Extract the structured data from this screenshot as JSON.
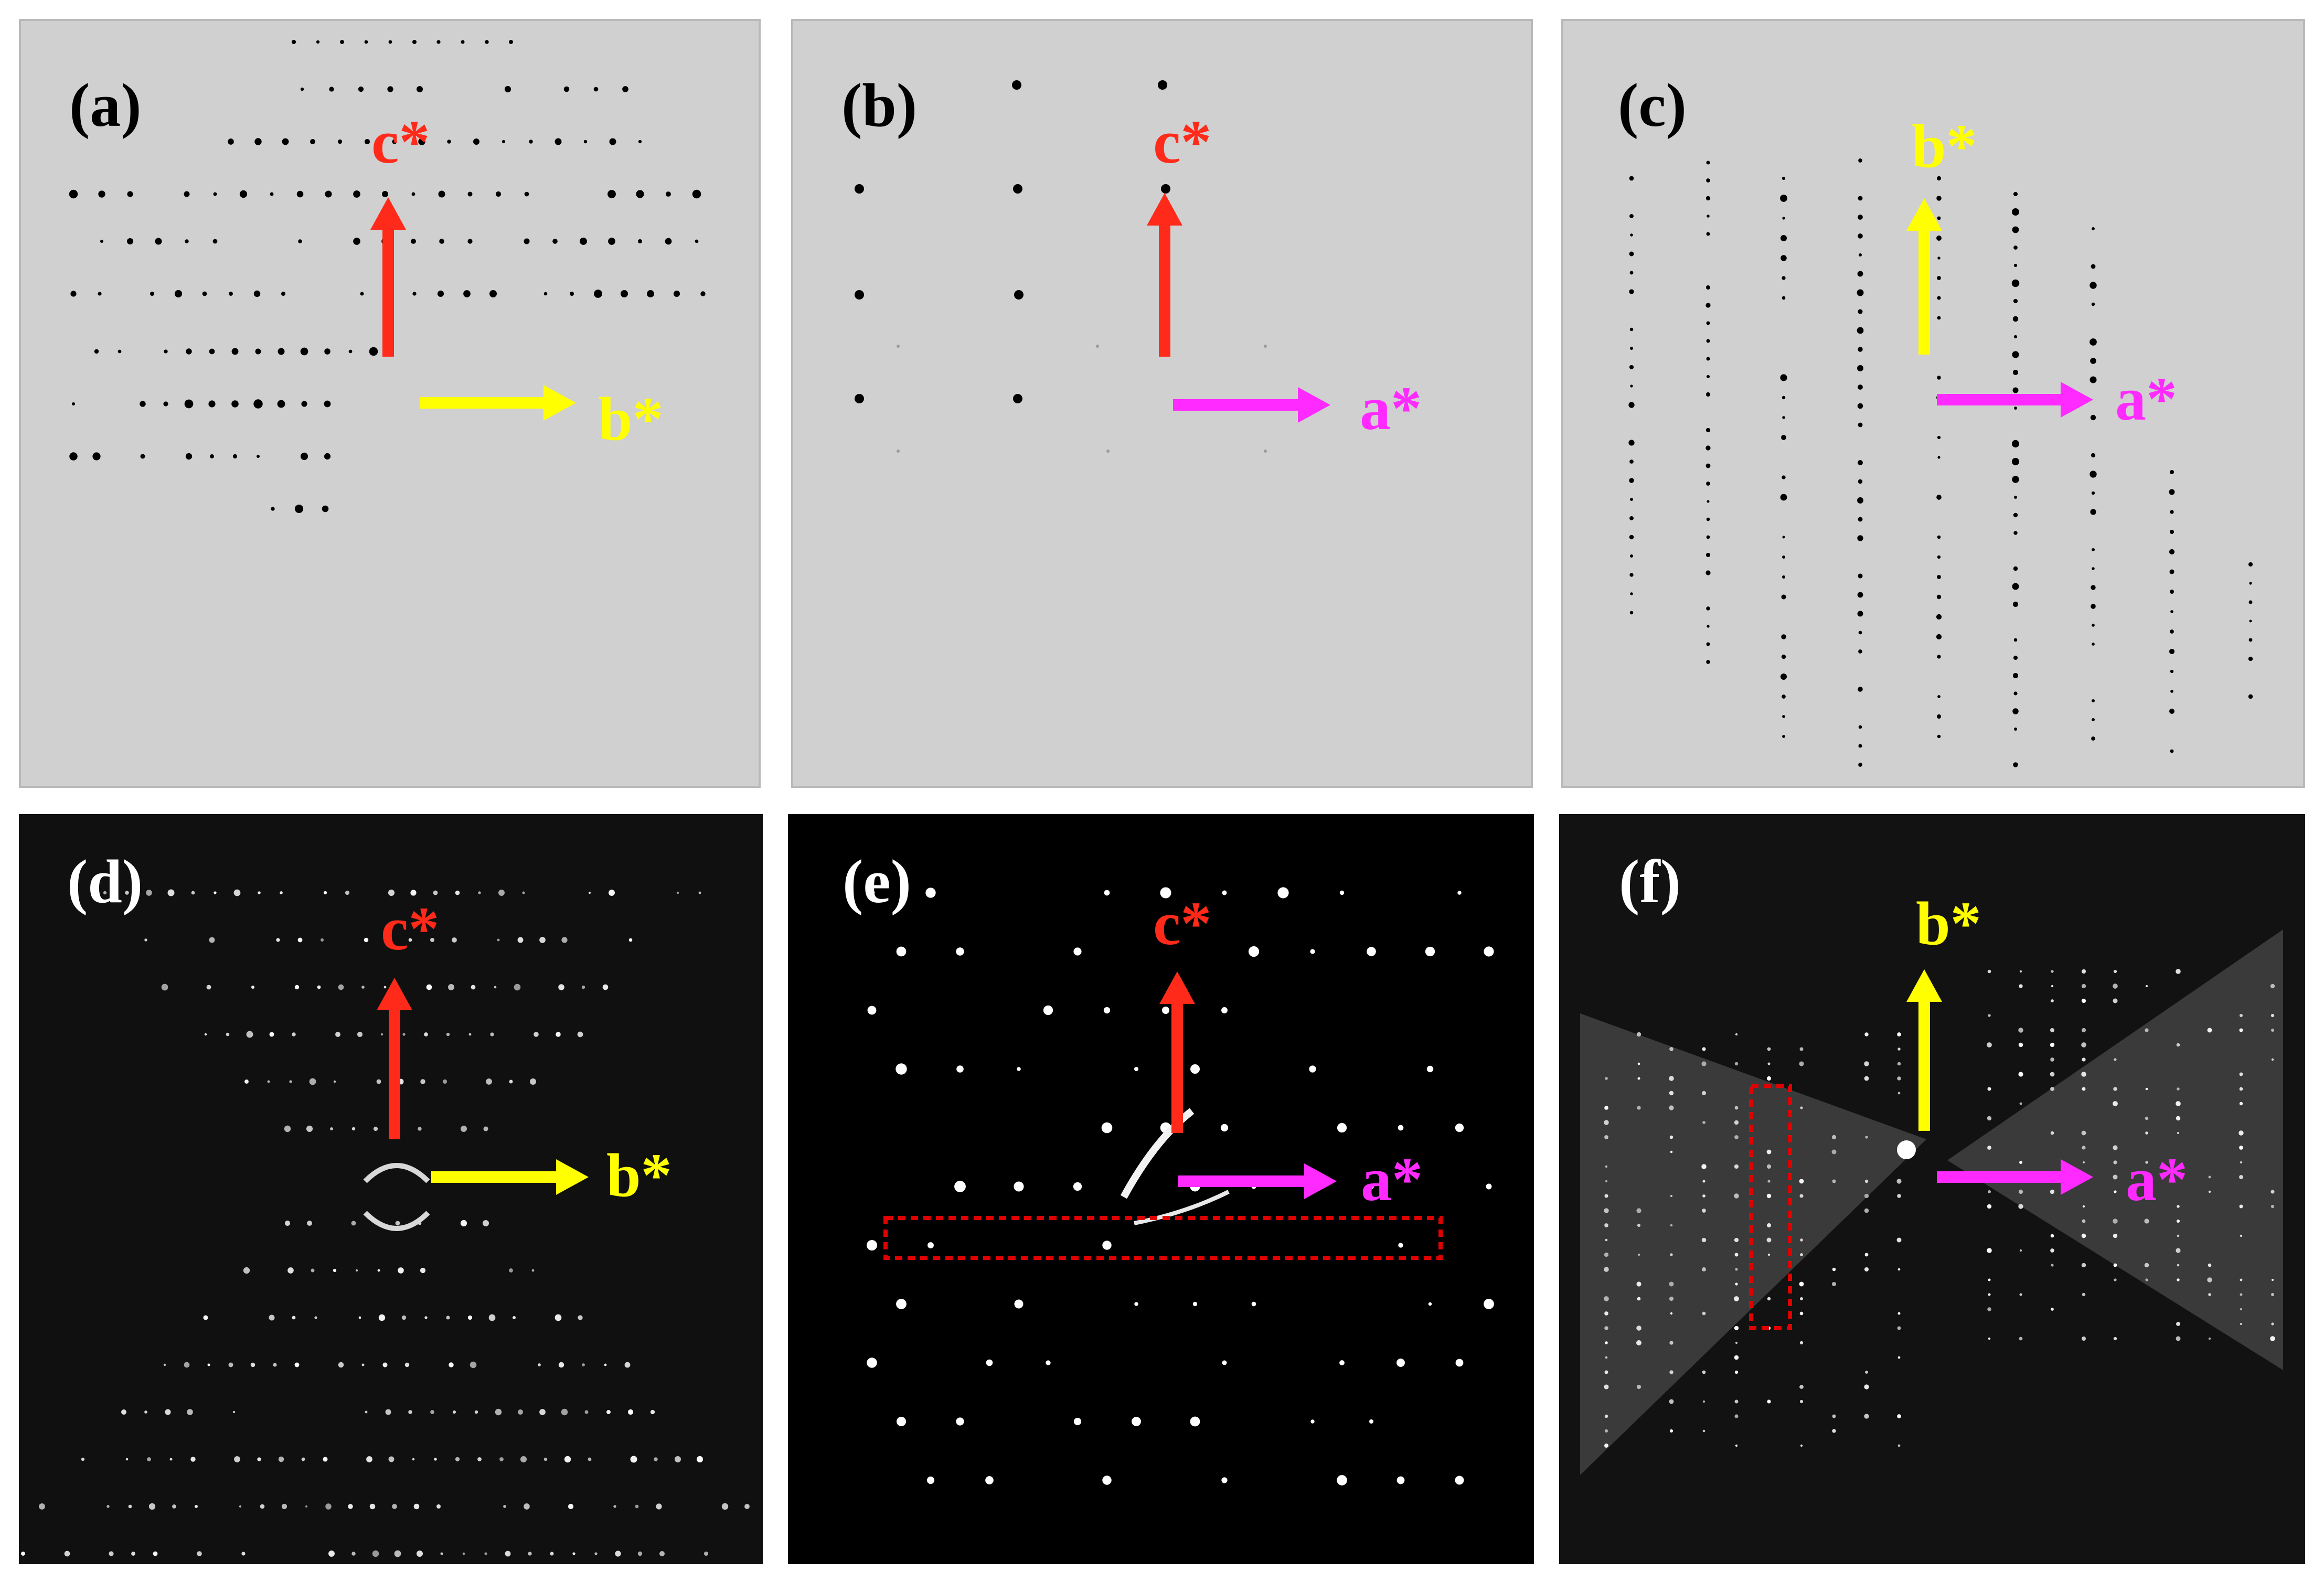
{
  "figure": {
    "colors": {
      "light_bg": "#d0d0d0",
      "dark_bg": "#101010",
      "black_bg": "#000000",
      "c_axis": "#ff2a1a",
      "b_axis": "#ffff00",
      "a_axis": "#ff2aff",
      "highlight_box": "#e00000"
    },
    "panels": [
      {
        "id": "a",
        "label": "(a)",
        "style": "simulated",
        "vertical_axis": "c*",
        "horizontal_axis": "b*"
      },
      {
        "id": "b",
        "label": "(b)",
        "style": "simulated",
        "vertical_axis": "c*",
        "horizontal_axis": "a*"
      },
      {
        "id": "c",
        "label": "(c)",
        "style": "simulated",
        "vertical_axis": "b*",
        "horizontal_axis": "a*"
      },
      {
        "id": "d",
        "label": "(d)",
        "style": "experimental",
        "vertical_axis": "c*",
        "horizontal_axis": "b*"
      },
      {
        "id": "e",
        "label": "(e)",
        "style": "experimental",
        "vertical_axis": "c*",
        "horizontal_axis": "a*"
      },
      {
        "id": "f",
        "label": "(f)",
        "style": "experimental",
        "vertical_axis": "b*",
        "horizontal_axis": "a*"
      }
    ]
  }
}
